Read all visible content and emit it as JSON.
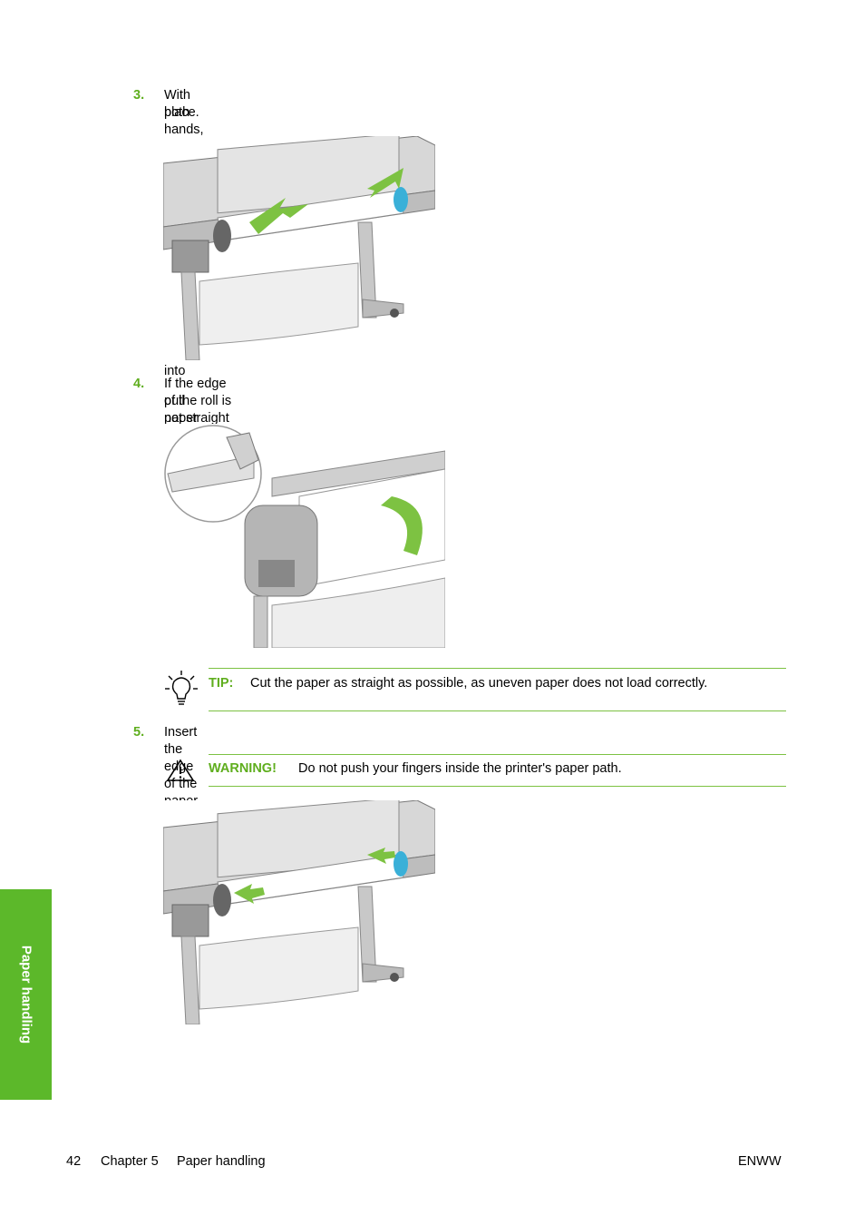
{
  "steps": [
    {
      "num": "3.",
      "lines": [
        "With both hands, push the spindle into both roll holders at the same time. The spindle snaps into",
        "place."
      ]
    },
    {
      "num": "4.",
      "lines": [
        "If the edge of the roll is not straight or torn (sometimes due to tape used to hold end of the roll),",
        "pull paper slightly beyond the cutting groove and use a cutter to cut a straight edge."
      ]
    },
    {
      "num": "5.",
      "lines": [
        "Insert the edge of the paper into the feeder."
      ]
    }
  ],
  "tip": {
    "label": "TIP:",
    "text": "Cut the paper as straight as possible, as uneven paper does not load correctly."
  },
  "warning": {
    "label": "WARNING!",
    "text": "Do not push your fingers inside the printer's paper path."
  },
  "side_tab": {
    "label": "Paper handling"
  },
  "footer": {
    "page": "42",
    "chapter": "Chapter 5",
    "section": "Paper handling",
    "right": "ENWW"
  },
  "colors": {
    "accent": "#5cb82a",
    "label_green": "#5fae1e",
    "rule_green": "#7cc242"
  }
}
